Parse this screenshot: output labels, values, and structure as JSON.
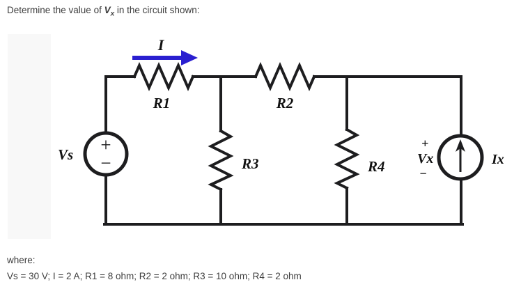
{
  "title": {
    "prefix": "Determine the value of ",
    "variable": "V",
    "subscript": "x",
    "suffix": " in the circuit shown:"
  },
  "circuit": {
    "labels": {
      "current": "I",
      "r1": "R1",
      "r2": "R2",
      "r3": "R3",
      "r4": "R4",
      "vs": "Vs",
      "vs_plus": "+",
      "vs_minus": "−",
      "vx": "Vx",
      "vx_plus": "+",
      "vx_minus": "−",
      "ix": "Ix"
    },
    "colors": {
      "wire": "#1d1d1f",
      "current_arrow": "#2a1fd0"
    }
  },
  "footer": {
    "where_label": "where:",
    "values_line": "Vs = 30 V; I = 2 A; R1 = 8 ohm; R2 = 2 ohm; R3 = 10 ohm; R4 = 2 ohm"
  }
}
